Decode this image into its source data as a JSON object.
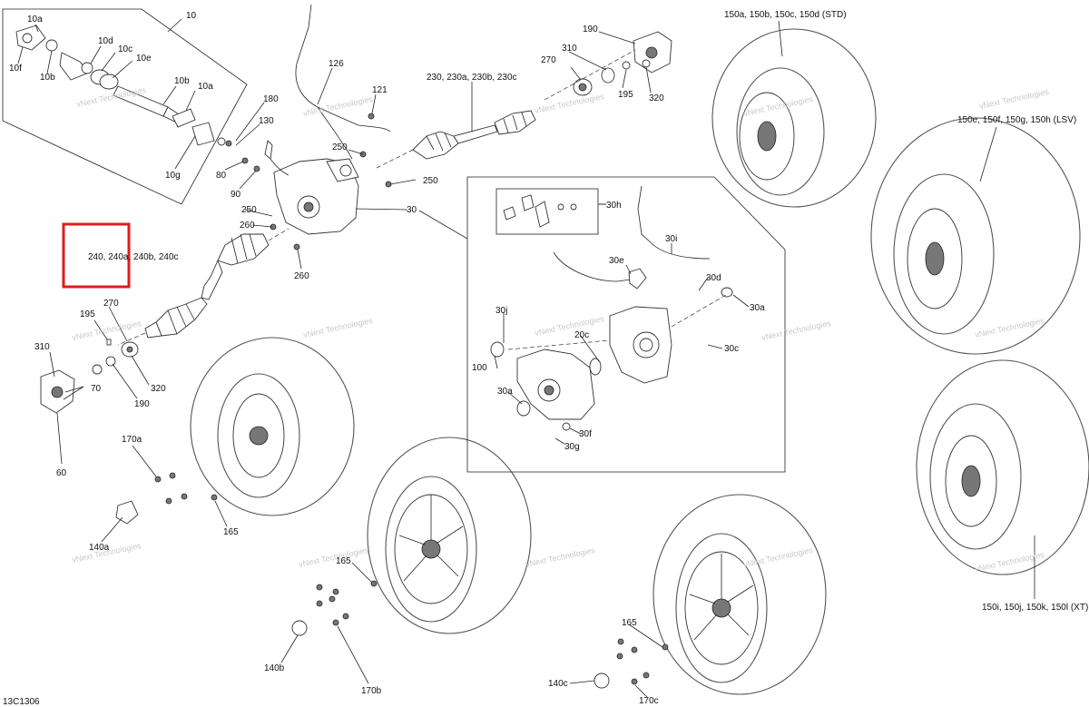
{
  "diagram_code": "13C1306",
  "watermark": "vNext Technologies",
  "highlight_color": "#e21b1b",
  "callouts": {
    "c10": "10",
    "c10a_top": "10a",
    "c10f": "10f",
    "c10b_top": "10b",
    "c10d": "10d",
    "c10c": "10c",
    "c10e": "10e",
    "c10b_mid": "10b",
    "c10a_mid": "10a",
    "c10g": "10g",
    "c126": "126",
    "c121": "121",
    "c180": "180",
    "c130": "130",
    "c80": "80",
    "c90": "90",
    "c250_a": "250",
    "c250_b": "250",
    "c250_c": "250",
    "c260_a": "260",
    "c260_b": "260",
    "c30": "30",
    "c230": "230, 230a, 230b, 230c",
    "c270_top": "270",
    "c310_top": "310",
    "c190_top": "190",
    "c195_top": "195",
    "c320_top": "320",
    "c150_std": "150a, 150b, 150c, 150d (STD)",
    "c150_lsv": "150e, 150f, 150g, 150h (LSV)",
    "c150_xt": "150i, 150j, 150k, 150l (XT)",
    "c240": "240, 240a, 240b, 240c",
    "c270_left": "270",
    "c195_left": "195",
    "c310_left": "310",
    "c70": "70",
    "c320_left": "320",
    "c190_left": "190",
    "c60": "60",
    "c170a": "170a",
    "c140a": "140a",
    "c165_a": "165",
    "c165_b": "165",
    "c140b": "140b",
    "c170b": "170b",
    "c165_c": "165",
    "c140c": "140c",
    "c170c": "170c",
    "c30h": "30h",
    "c30i": "30i",
    "c30e": "30e",
    "c30d": "30d",
    "c30a_r": "30a",
    "c30j": "30j",
    "c20c": "20c",
    "c30c": "30c",
    "c100": "100",
    "c30a_l": "30a",
    "c30f": "30f",
    "c30g": "30g"
  }
}
